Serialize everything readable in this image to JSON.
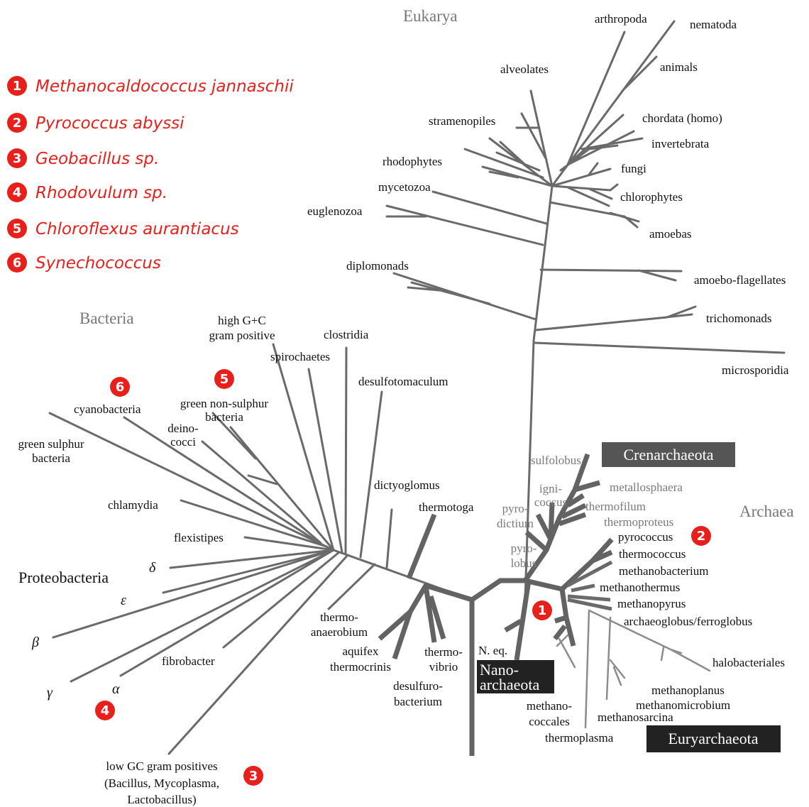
{
  "legend": [
    {
      "num": "1",
      "name": "Methanocaldococcus jannaschii"
    },
    {
      "num": "2",
      "name": "Pyrococcus abyssi"
    },
    {
      "num": "3",
      "name": "Geobacillus sp."
    },
    {
      "num": "4",
      "name": "Rhodovulum sp."
    },
    {
      "num": "5",
      "name": "Chloroflexus aurantiacus"
    },
    {
      "num": "6",
      "name": "Synechococcus"
    }
  ],
  "domains": {
    "eukarya": "Eukarya",
    "bacteria": "Bacteria",
    "archaea": "Archaea"
  },
  "eukarya": {
    "arthropoda": "arthropoda",
    "nematoda": "nematoda",
    "animals": "animals",
    "alveolates": "alveolates",
    "stramenopiles": "stramenopiles",
    "chordata": "chordata (homo)",
    "invertebrata": "invertebrata",
    "rhodophytes": "rhodophytes",
    "fungi": "fungi",
    "mycetozoa": "mycetozoa",
    "chlorophytes": "chlorophytes",
    "euglenozoa": "euglenozoa",
    "amoebas": "amoebas",
    "diplomonads": "diplomonads",
    "amoebo_flagellates": "amoebo-flagellates",
    "trichomonads": "trichomonads",
    "microsporidia": "microsporidia"
  },
  "bacteria": {
    "high_gc_1": "high G+C",
    "high_gc_2": "gram positive",
    "clostridia": "clostridia",
    "spirochaetes": "spirochaetes",
    "desulfotomaculum": "desulfotomaculum",
    "cyanobacteria": "cyanobacteria",
    "green_nonsulphur_1": "green non-sulphur",
    "green_nonsulphur_2": "bacteria",
    "deinococci_1": "deino-",
    "deinococci_2": "cocci",
    "green_sulphur_1": "green sulphur",
    "green_sulphur_2": "bacteria",
    "dictyoglomus": "dictyoglomus",
    "thermotoga": "thermotoga",
    "chlamydia": "chlamydia",
    "flexistipes": "flexistipes",
    "proteobacteria": "Proteobacteria",
    "delta": "δ",
    "epsilon": "ε",
    "beta": "β",
    "gamma": "γ",
    "alpha": "α",
    "thermoanaerobium_1": "thermo-",
    "thermoanaerobium_2": "anaerobium",
    "fibrobacter": "fibrobacter",
    "aquifex": "aquifex",
    "thermocrinis": "thermocrinis",
    "thermovibrio_1": "thermo-",
    "thermovibrio_2": "vibrio",
    "desulfurobacterium_1": "desulfuro-",
    "desulfurobacterium_2": "bacterium",
    "lowgc_1": "low GC gram positives",
    "lowgc_2": "(Bacillus, Mycoplasma,",
    "lowgc_3": "Lactobacillus)"
  },
  "archaea": {
    "crenarchaeota": "Crenarchaeota",
    "sulfolobus": "sulfolobus",
    "metallosphaera": "metallosphaera",
    "ignicoccus_1": "igni-",
    "ignicoccus_2": "coccus",
    "thermofilum": "thermofilum",
    "pyrodictium_1": "pyro-",
    "pyrodictium_2": "dictium",
    "thermoproteus": "thermoproteus",
    "pyrococcus": "pyrococcus",
    "pyrolobus_1": "pyro-",
    "pyrolobus_2": "lobus",
    "thermococcus": "thermococcus",
    "methanobacterium": "methanobacterium",
    "methanothermus": "methanothermus",
    "methanopyrus": "methanopyrus",
    "archaeoglobus": "archaeoglobus/ferroglobus",
    "n_eq": "N. eq.",
    "nano_1": "Nano-",
    "nano_2": "archaeota",
    "halobacteriales": "halobacteriales",
    "methanoplanus": "methanoplanus",
    "methanomicrobium": "methanomicrobium",
    "methanococcales_1": "methano-",
    "methanococcales_2": "coccales",
    "methanosarcina": "methanosarcina",
    "thermoplasma": "thermoplasma",
    "euryarchaeota": "Euryarchaeota"
  },
  "colors": {
    "badge": "#e8201b",
    "branch": "#6a6a6a",
    "crenarchaeota_box": "#555555",
    "dark_box": "#222222"
  }
}
